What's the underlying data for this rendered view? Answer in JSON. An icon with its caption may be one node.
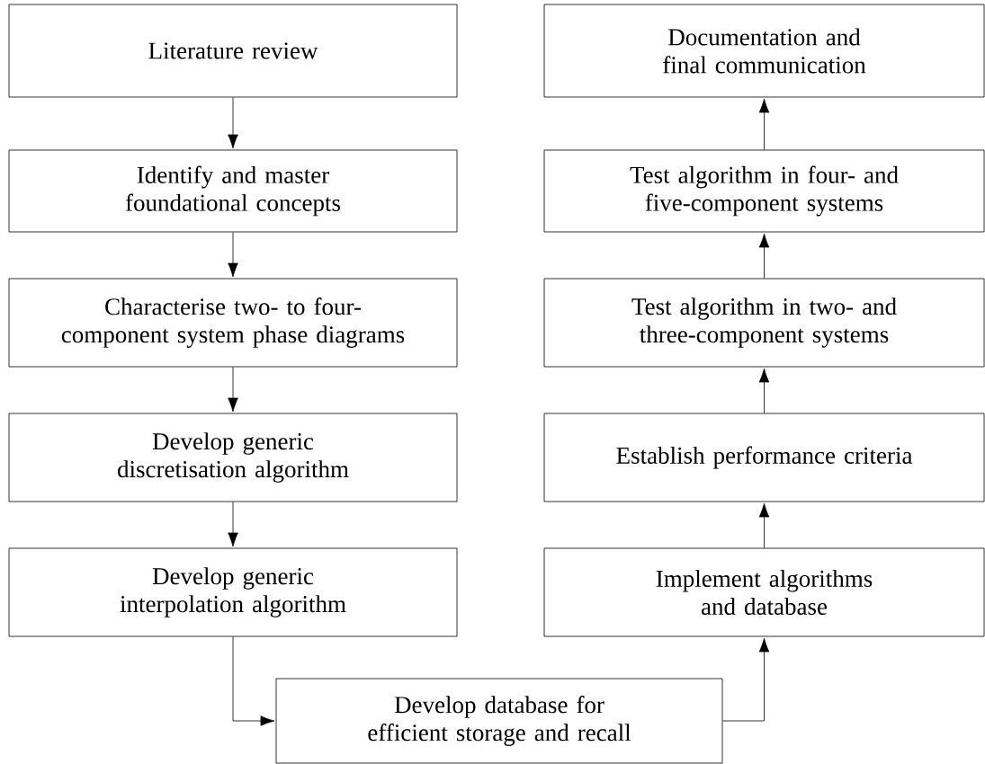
{
  "diagram": {
    "nodes": [
      {
        "text": [
          "Literature review"
        ]
      },
      {
        "text": [
          "Identify and master foundational concepts"
        ]
      },
      {
        "text": [
          "Characterise two- to four-component system phase diagrams"
        ]
      },
      {
        "text": [
          "Develop generic discretisation algorithm"
        ]
      },
      {
        "text": [
          "Develop generic interpolation algorithm"
        ]
      },
      {
        "text": [
          "Develop database for efficient storage and recall"
        ]
      },
      {
        "text": [
          "Implement algorithms and database"
        ]
      },
      {
        "text": [
          "Establish performance criteria"
        ]
      },
      {
        "text": [
          "Test algorithm in two- and three-component systems"
        ]
      },
      {
        "text": [
          "Test algorithm in four- and five-component systems"
        ]
      },
      {
        "text": [
          "Documentation and final communication"
        ]
      }
    ],
    "edges": [
      {
        "from": 0,
        "to": 1,
        "arrow": "to"
      },
      {
        "from": 1,
        "to": 2,
        "arrow": "to"
      },
      {
        "from": 2,
        "to": 3,
        "arrow": "to"
      },
      {
        "from": 3,
        "to": 4,
        "arrow": "to"
      },
      {
        "from": 4,
        "to": 5,
        "arrow": "to"
      },
      {
        "from": 5,
        "to": 6,
        "arrow": "to"
      },
      {
        "from": 6,
        "to": 7,
        "arrow": "to"
      },
      {
        "from": 7,
        "to": 8,
        "arrow": "to"
      },
      {
        "from": 8,
        "to": 9,
        "arrow": "to"
      },
      {
        "from": 9,
        "to": 10,
        "arrow": "to"
      }
    ]
  }
}
